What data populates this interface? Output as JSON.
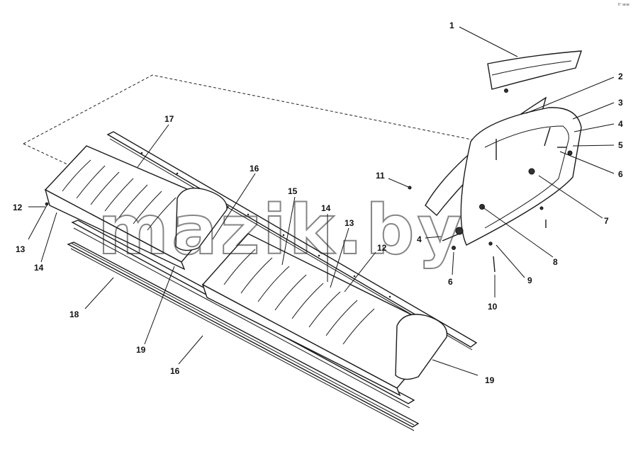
{
  "watermark": "mazik.by",
  "corner_mark": "Ⅱ¹·ᴂᴂ",
  "callouts": [
    {
      "id": "c1",
      "text": "1"
    },
    {
      "id": "c2",
      "text": "2"
    },
    {
      "id": "c3",
      "text": "3"
    },
    {
      "id": "c4a",
      "text": "4"
    },
    {
      "id": "c5",
      "text": "5"
    },
    {
      "id": "c6a",
      "text": "6"
    },
    {
      "id": "c7",
      "text": "7"
    },
    {
      "id": "c8",
      "text": "8"
    },
    {
      "id": "c9",
      "text": "9"
    },
    {
      "id": "c10",
      "text": "10"
    },
    {
      "id": "c11",
      "text": "11"
    },
    {
      "id": "c4b",
      "text": "4"
    },
    {
      "id": "c6b",
      "text": "6"
    },
    {
      "id": "c17",
      "text": "17"
    },
    {
      "id": "c16a",
      "text": "16"
    },
    {
      "id": "c15",
      "text": "15"
    },
    {
      "id": "c14a",
      "text": "14"
    },
    {
      "id": "c13a",
      "text": "13"
    },
    {
      "id": "c12a",
      "text": "12"
    },
    {
      "id": "c12b",
      "text": "12"
    },
    {
      "id": "c13b",
      "text": "13"
    },
    {
      "id": "c14b",
      "text": "14"
    },
    {
      "id": "c18",
      "text": "18"
    },
    {
      "id": "c19a",
      "text": "19"
    },
    {
      "id": "c16b",
      "text": "16"
    },
    {
      "id": "c19b",
      "text": "19"
    }
  ]
}
